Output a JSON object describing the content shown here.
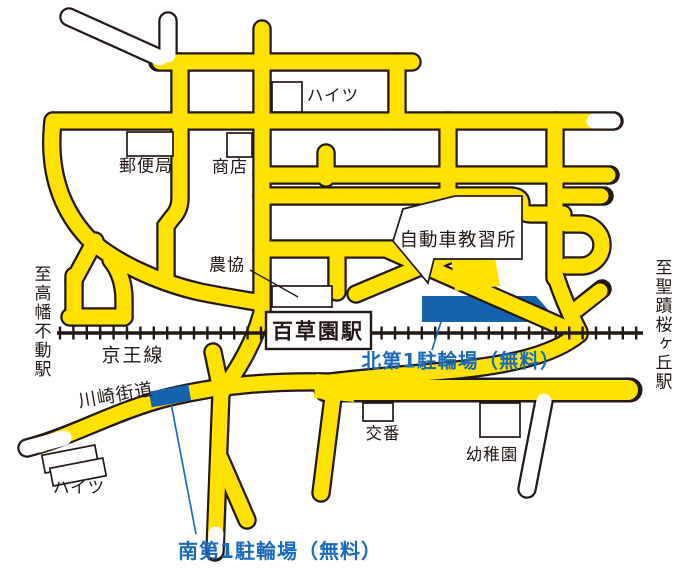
{
  "railway": {
    "line_label": "京王線",
    "station_label": "百草園駅"
  },
  "directions": {
    "left": "至高幡不動駅",
    "right": "至聖蹟桜ヶ丘駅"
  },
  "road_labels": {
    "kawasaki_kaido": "川崎街道"
  },
  "places": {
    "heights_top": "ハイツ",
    "post_office": "郵便局",
    "shop": "商店",
    "agri_coop": "農協",
    "driving_school": "自動車教習所",
    "police_box": "交番",
    "kindergarten": "幼稚園",
    "heights_bottom": "ハイツ"
  },
  "parking": {
    "north_label": "北第1駐輪場（無料）",
    "south_label": "南第1駐輪場（無料）"
  },
  "colors": {
    "road_yellow": "#ffe200",
    "road_outline": "#231815",
    "parking_blue": "#1563ae",
    "label_blue": "#1a6ab8",
    "building_fill": "#ffffff"
  }
}
